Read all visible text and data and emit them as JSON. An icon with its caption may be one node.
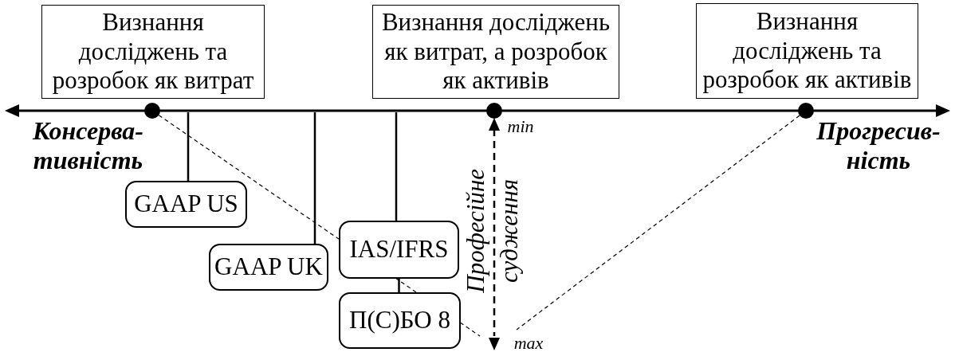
{
  "diagram": {
    "nodes": [
      {
        "text": [
          "Визнання досліджень та розробок як витрат"
        ]
      },
      {
        "text": [
          "Визнання досліджень як витрат, а розробок як активів"
        ]
      },
      {
        "text": [
          "Визнання досліджень та розробок як активів"
        ]
      },
      {
        "text": [],
        "shape": "circle"
      },
      {
        "text": [],
        "shape": "circle"
      },
      {
        "text": [],
        "shape": "circle"
      },
      {
        "text": [
          "GAAP US"
        ]
      },
      {
        "text": [
          "GAAP UK"
        ]
      },
      {
        "text": [
          "IAS/IFRS"
        ]
      },
      {
        "text": [
          "П(С)БО 8"
        ]
      }
    ],
    "edges": [
      {
        "from": 3,
        "to": null,
        "arrow": "none",
        "style": "dashed"
      },
      {
        "from": 5,
        "to": null,
        "arrow": "none",
        "style": "dashed"
      },
      {
        "from": null,
        "to": 6,
        "arrow": "none"
      },
      {
        "from": null,
        "to": 7,
        "arrow": "none"
      },
      {
        "from": null,
        "to": 8,
        "arrow": "none"
      },
      {
        "from": 8,
        "to": 9,
        "arrow": "none"
      }
    ],
    "labels": [
      "Консерва- тивність",
      "min",
      "Прогресив- ність",
      "Професійне судження",
      "max"
    ]
  }
}
